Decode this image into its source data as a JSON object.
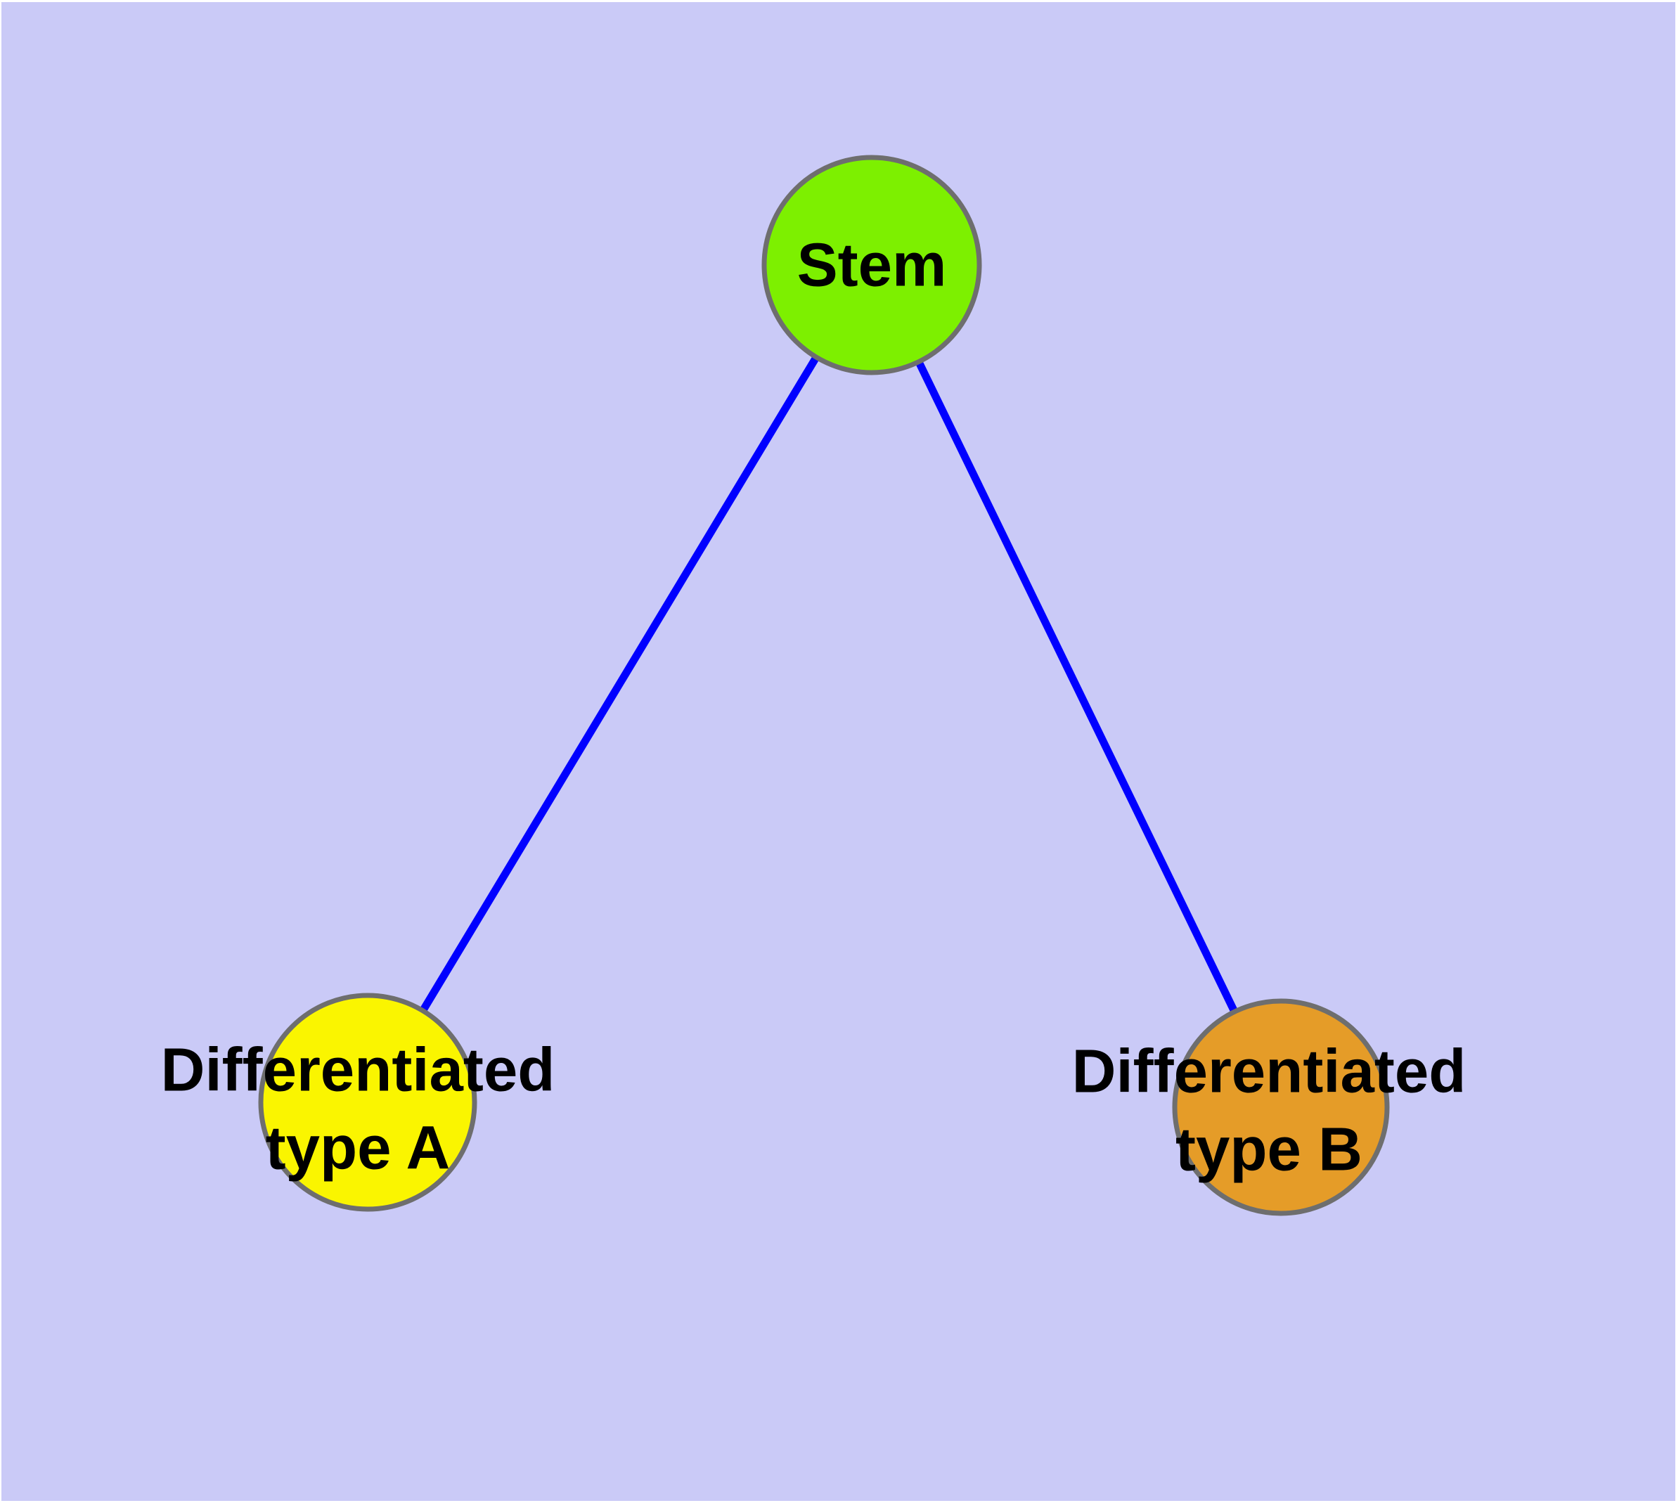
{
  "canvas": {
    "background": "#CACAF7",
    "margin": "#FFFFFF"
  },
  "diagram": {
    "type": "node-link-graph",
    "nodes": {
      "stem": {
        "label": "Stem",
        "fill": "#7DF000",
        "border": "#6E6E6E",
        "text_color": "#000000"
      },
      "type_a": {
        "label": "Differentiated\ntype A",
        "fill": "#FAF500",
        "border": "#6E6E6E",
        "text_color": "#000000"
      },
      "type_b": {
        "label": "Differentiated\ntype B",
        "fill": "#E59C28",
        "border": "#6E6E6E",
        "text_color": "#000000"
      }
    },
    "edges": {
      "stem_type_a": {
        "from": "Stem",
        "to": "Differentiated type A",
        "color": "#0000FF"
      },
      "stem_type_b": {
        "from": "Stem",
        "to": "Differentiated type B",
        "color": "#0000FF"
      }
    }
  }
}
